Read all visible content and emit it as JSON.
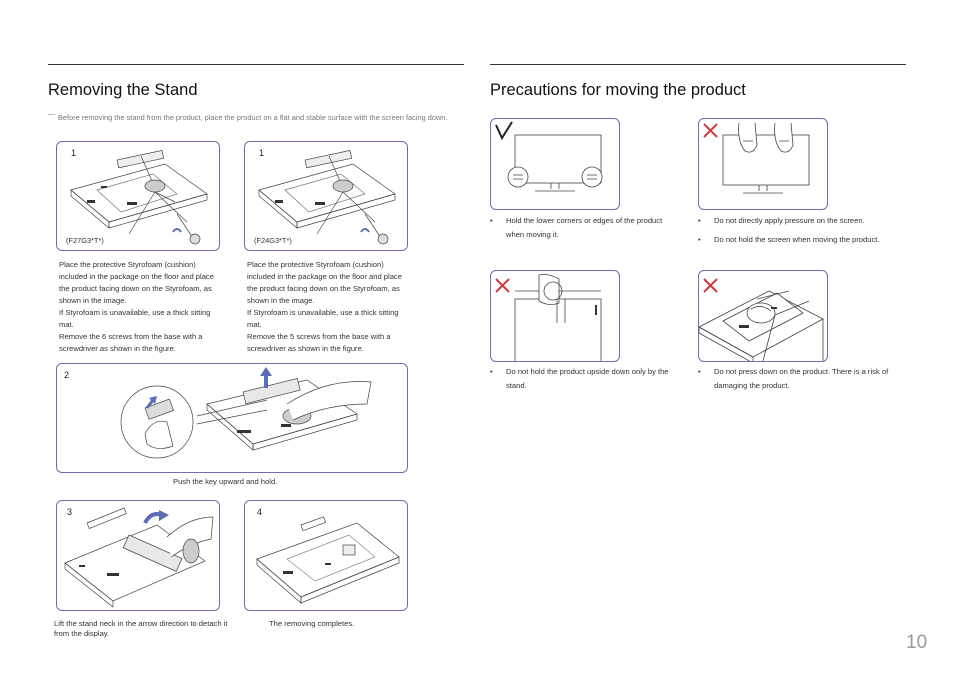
{
  "left": {
    "title": "Removing the Stand",
    "note": "Before removing the stand from the product, place the product on a flat and stable surface with the screen facing down.",
    "steps": [
      {
        "num": "1",
        "model": "(F27G3*T*)",
        "desc": [
          "Place the protective Styrofoam (cushion) included in the package on the floor and place the product facing down on the Styrofoam, as shown in the image.",
          "If Styrofoam is unavailable, use a thick sitting mat.",
          "Remove the 6 screws from the base with a screwdriver as shown in the figure."
        ]
      },
      {
        "num": "1",
        "model": "(F24G3*T*)",
        "desc": [
          "Place the protective Styrofoam (cushion) included in the package on the floor and place the product facing down on the Styrofoam, as shown in the image.",
          "If Styrofoam is unavailable, use a thick sitting mat.",
          "Remove the 5 screws from the base with a screwdriver as shown in the figure."
        ]
      },
      {
        "num": "2",
        "desc": "Push the key upward and hold."
      },
      {
        "num": "3",
        "desc": "Lift the stand neck in the arrow direction to detach it from the display."
      },
      {
        "num": "4",
        "desc": "The removing completes."
      }
    ]
  },
  "right": {
    "title": "Precautions for moving the product",
    "items": [
      {
        "mark": "check",
        "bullets": [
          "Hold the lower corners or edges of the product when moving it."
        ]
      },
      {
        "mark": "cross",
        "bullets": [
          "Do not directly apply pressure on the screen.",
          "Do not hold the screen when moving the product."
        ]
      },
      {
        "mark": "cross",
        "bullets": [
          "Do not hold the product upside down only by the stand."
        ]
      },
      {
        "mark": "cross",
        "bullets": [
          "Do not press down on the product. There is a risk of damaging the product."
        ]
      }
    ]
  },
  "page_number": "10",
  "colors": {
    "frame": "#6b6fae",
    "cross": "#d0393f",
    "arrow": "#5a6db5"
  }
}
